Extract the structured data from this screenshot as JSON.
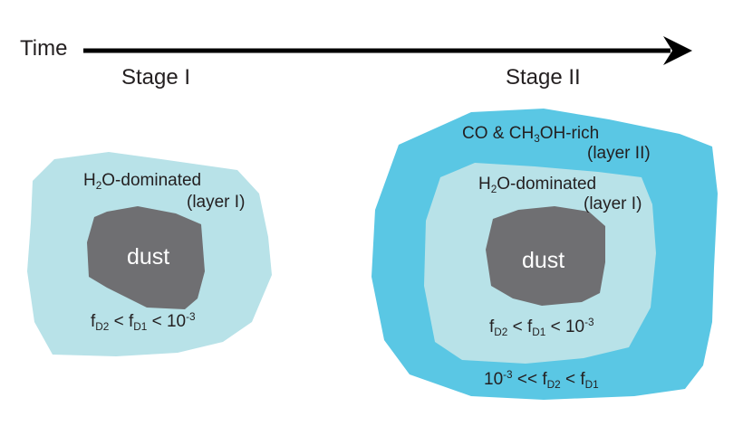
{
  "timeline": {
    "label": "Time",
    "stages": [
      "Stage I",
      "Stage II"
    ]
  },
  "stage1": {
    "layer_text": {
      "pre": "H",
      "sub": "2",
      "post": "O-dominated"
    },
    "layer_name": "(layer I)",
    "core_label": "dust",
    "formula": {
      "f1": "f",
      "s1": "D2",
      "mid": " < ",
      "f2": "f",
      "s2": "D1",
      "tail": " < 10",
      "exp": "-3"
    }
  },
  "stage2": {
    "outer_text": {
      "pre": "CO & CH",
      "sub": "3",
      "post": "OH-rich"
    },
    "outer_name": "(layer II)",
    "layer_text": {
      "pre": "H",
      "sub": "2",
      "post": "O-dominated"
    },
    "layer_name": "(layer I)",
    "core_label": "dust",
    "formula_inner": {
      "f1": "f",
      "s1": "D2",
      "mid": " < ",
      "f2": "f",
      "s2": "D1",
      "tail": " < 10",
      "exp": "-3"
    },
    "formula_outer": {
      "base": "10",
      "exp": "-3",
      "mid": " << ",
      "f1": "f",
      "s1": "D2",
      "mid2": " < ",
      "f2": "f",
      "s2": "D1"
    }
  },
  "colors": {
    "light_ice": "#b8e2e8",
    "outer_ice": "#5ac7e4",
    "dust": "#6f6f72",
    "arrow": "#000000",
    "text": "#231f20"
  }
}
